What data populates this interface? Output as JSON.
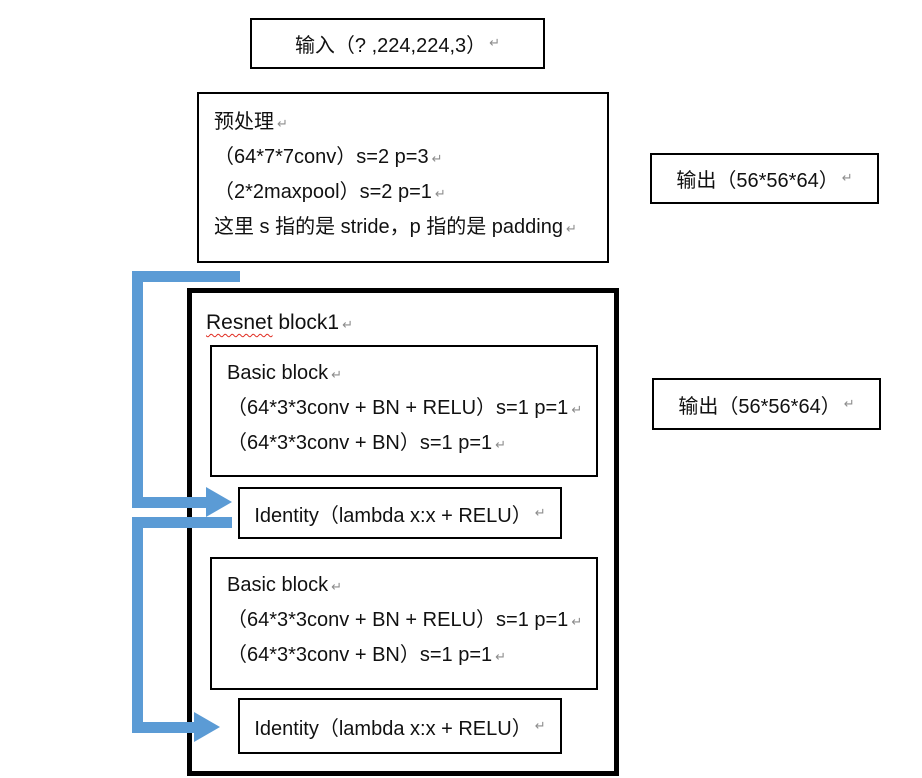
{
  "colors": {
    "arrow": "#5B9BD5",
    "text": "#111111",
    "border": "#000000",
    "spellcheck": "#e02b20",
    "pmark": "#8c8c8c"
  },
  "marks": {
    "paragraph": "↵"
  },
  "diagram": {
    "input_box": {
      "text": "输入（? ,224,224,3）"
    },
    "preprocess_box": {
      "lines": [
        "预处理",
        "（64*7*7conv）s=2 p=3",
        "（2*2maxpool）s=2 p=1",
        "这里 s 指的是 stride，p 指的是 padding"
      ]
    },
    "output_box_1": {
      "text": "输出（56*56*64）"
    },
    "output_box_2": {
      "text": "输出（56*56*64）"
    },
    "resnet_block": {
      "title_misspelled": "Resnet",
      "title_rest": " block1",
      "basic_block_1": {
        "title": "Basic block",
        "conv1": "（64*3*3conv + BN + RELU）s=1 p=1",
        "conv2": "（64*3*3conv + BN）s=1 p=1"
      },
      "identity_1": {
        "text": "Identity（lambda x:x + RELU）"
      },
      "basic_block_2": {
        "title": "Basic block",
        "conv1": "（64*3*3conv + BN + RELU）s=1 p=1",
        "conv2": "（64*3*3conv + BN）s=1 p=1"
      },
      "identity_2": {
        "text": "Identity（lambda x:x + RELU）"
      }
    }
  }
}
